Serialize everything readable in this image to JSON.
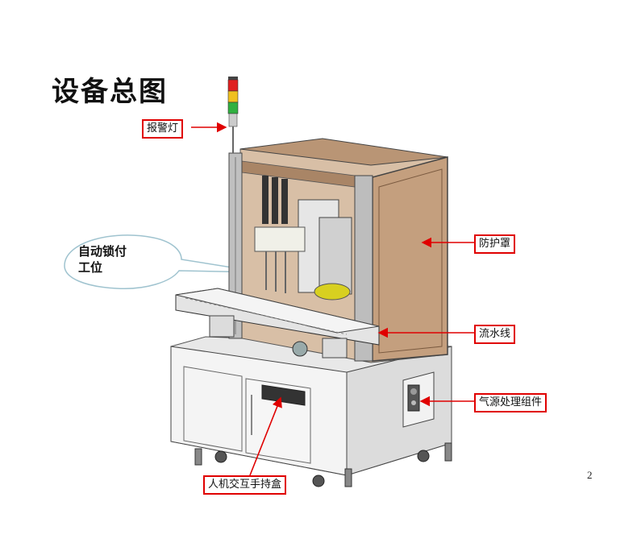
{
  "page": {
    "title": "设备总图",
    "page_number": "2"
  },
  "callout": {
    "line1": "自动锁付",
    "line2": "工位"
  },
  "labels": {
    "alarm_light": "报警灯",
    "guard": "防护罩",
    "conveyor": "流水线",
    "air_unit": "气源处理组件",
    "handheld_box": "人机交互手持盒"
  },
  "colors": {
    "label_border": "#e00000",
    "arrow": "#e00000",
    "callout_fill": "#ffffff",
    "callout_stroke": "#9fc3cf",
    "guard_panel": "#c49f7e",
    "frame": "#9c9c9c",
    "light_red": "#e02020",
    "light_yellow": "#f0c020",
    "light_green": "#30b040"
  }
}
